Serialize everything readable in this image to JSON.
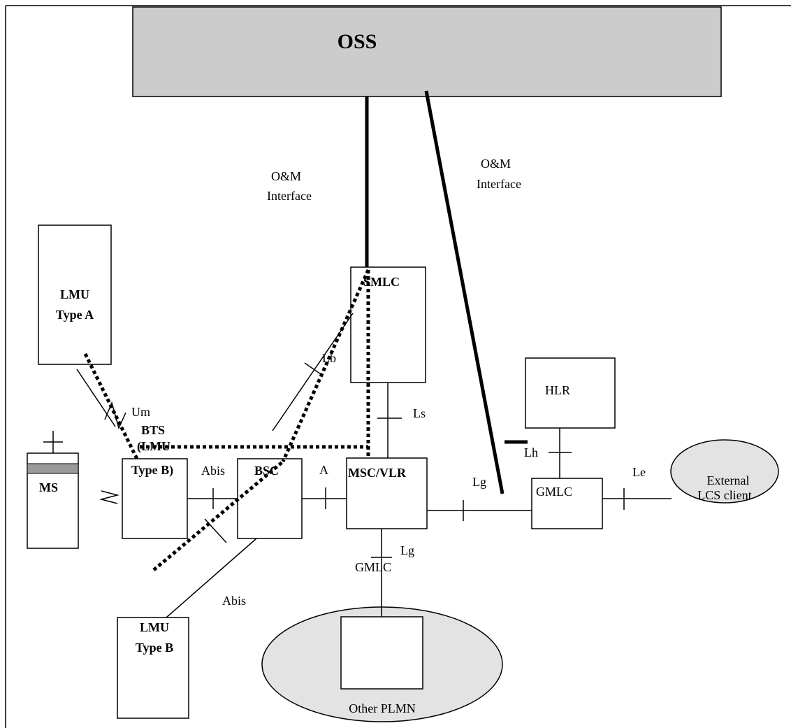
{
  "title": "OSS",
  "nodes": {
    "lmu_type_a": {
      "line1": "LMU",
      "line2": "Type A"
    },
    "ms": "MS",
    "bts": {
      "line1": "BTS",
      "line2": "(LMU",
      "line3": "Type B)"
    },
    "bsc": "BSC",
    "smlc": "SMLC",
    "msc_vlr": "MSC/VLR",
    "hlr": "HLR",
    "gmlc": "GMLC",
    "external": {
      "line1": "External",
      "line2": "LCS client"
    },
    "lmu_type_b": {
      "line1": "LMU",
      "line2": "Type B"
    },
    "other_plmn": "Other PLMN"
  },
  "interfaces": {
    "om_left": {
      "line1": "O&M",
      "line2": "Interface"
    },
    "om_right": {
      "line1": "O&M",
      "line2": "Interface"
    },
    "um": "Um",
    "abis_top": "Abis",
    "abis_bottom": "Abis",
    "a": "A",
    "lb": "Lb",
    "ls": "Ls",
    "lg_right": "Lg",
    "lg_down": "Lg",
    "lh": "Lh",
    "le": "Le",
    "gmlc_bottom": "GMLC"
  }
}
